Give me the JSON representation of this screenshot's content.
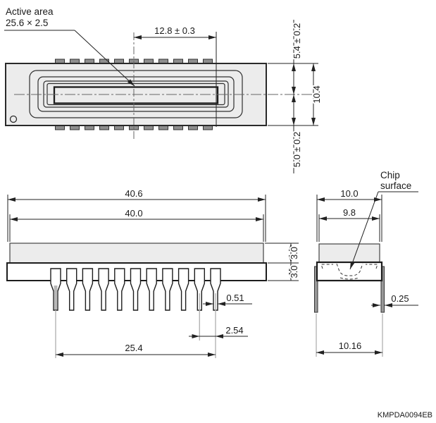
{
  "palette": {
    "line": "#2a2a2a",
    "dim_line": "#222222",
    "fill_light": "#ececec",
    "metal_fill": "#8e8e8e",
    "ext_line_gray": "#b3b3b3",
    "text": "#1a1a1a",
    "background": "#ffffff"
  },
  "top_view": {
    "active_area_callout": {
      "line1": "Active area",
      "line2": "25.6 × 2.5"
    },
    "dims": {
      "half_active_width": "12.8 ± 0.3",
      "top_to_center": "5.4 ± 0.2",
      "total_height": "10.4",
      "center_to_bottom": "5.0 ± 0.2"
    }
  },
  "front_view": {
    "dims": {
      "overall_width": "40.6",
      "cap_width": "40.0",
      "cap_height": "3.0",
      "base_height": "3.0",
      "lead_width": "0.51",
      "lead_pitch": "2.54",
      "lead_span": "25.4"
    }
  },
  "side_view": {
    "chip_surface_callout": {
      "line1": "Chip",
      "line2": "surface"
    },
    "dims": {
      "base_width": "10.0",
      "cap_width": "9.8",
      "lead_thickness": "0.25",
      "lead_outer_span": "10.16"
    }
  },
  "footer": {
    "drawing_code": "KMPDA0094EB"
  }
}
